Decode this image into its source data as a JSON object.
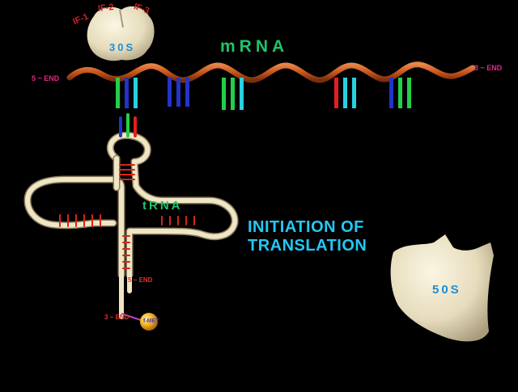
{
  "title": {
    "line1": "INITIATION  OF",
    "line2": "TRANSLATION"
  },
  "mrna": {
    "label": "mRNA",
    "end5": "5 ~ END",
    "end3": "3 ~ END"
  },
  "trna": {
    "label": "tRNA",
    "end5": "5 ~ END",
    "end3": "3 ~ END",
    "amino_acid": "f-MET"
  },
  "ribosome_small": {
    "label": "30S",
    "factors": [
      "IF-1",
      "IF-2",
      "IF-3"
    ]
  },
  "ribosome_large": {
    "label": "50S"
  },
  "colors": {
    "title": "#24c8f4",
    "label_green": "#1fc36a",
    "label_blue": "#1e8ed6",
    "end_magenta": "#e0288a",
    "mrna": "#c85a1e",
    "ribosome": "#ece3c4"
  }
}
